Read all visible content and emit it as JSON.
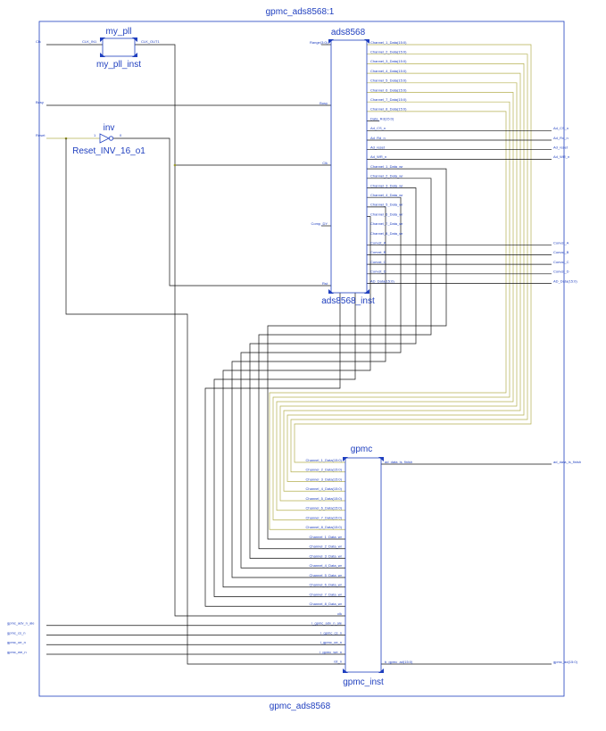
{
  "top_title": "gpmc_ads8568:1",
  "bottom_title": "gpmc_ads8568",
  "pll": {
    "module": "my_pll",
    "instance": "my_pll_inst",
    "in_pin": "CLK_IN1",
    "out_pin": "CLK_OUT1"
  },
  "inverter": {
    "module": "inv",
    "instance": "Reset_INV_16_o1",
    "in_num": "1",
    "out_num": "0"
  },
  "ads": {
    "module": "ads8568",
    "instance": "ads8568_inst",
    "left_pins": [
      "Range(3:0)",
      "Busy",
      "Clk",
      "Comp_DY",
      "Rst"
    ],
    "right_pins": [
      "Channel_1_Data(15:0)",
      "Channel_2_Data(15:0)",
      "Channel_3_Data(15:0)",
      "Channel_4_Data(15:0)",
      "Channel_5_Data(15:0)",
      "Channel_6_Data(15:0)",
      "Channel_7_Data(15:0)",
      "Channel_8_Data(15:0)",
      "Data_Rd(15:0)",
      "Ad_CS_n",
      "Ad_Rd_n",
      "Ad_reset",
      "Ad_WR_n",
      "Channel_1_Data_wr",
      "Channel_2_Data_wr",
      "Channel_3_Data_wr",
      "Channel_4_Data_wr",
      "Channel_5_Data_wr",
      "Channel_6_Data_wr",
      "Channel_7_Data_wr",
      "Channel_8_Data_wr",
      "Convst_A",
      "Convst_B",
      "Convst_C",
      "Convst_D",
      "AD_Data(15:0)"
    ]
  },
  "gpmc": {
    "module": "gpmc",
    "instance": "gpmc_inst",
    "left_pins": [
      "Channel_1_Data(15:0)",
      "Channel_2_Data(15:0)",
      "Channel_3_Data(15:0)",
      "Channel_4_Data(15:0)",
      "Channel_5_Data(15:0)",
      "Channel_6_Data(15:0)",
      "Channel_7_Data(15:0)",
      "Channel_8_Data(15:0)",
      "Channel_1_Data_wr",
      "Channel_2_Data_wr",
      "Channel_3_Data_wr",
      "Channel_4_Data_wr",
      "Channel_5_Data_wr",
      "Channel_6_Data_wr",
      "Channel_7_Data_wr",
      "Channel_8_Data_wr",
      "clk",
      "i_gpmc_adv_n_ale",
      "i_gpmc_cs_n",
      "i_gpmc_oe_n",
      "i_gpmc_we_n",
      "rst_n"
    ],
    "right_pins": [
      "ad_data_is_finish",
      "b_gpmc_ad(15:0)"
    ]
  },
  "top_inputs": [
    "Clk",
    "Busy",
    "Reset"
  ],
  "gpmc_inputs": [
    "gpmc_adv_n_ale",
    "gpmc_cs_n",
    "gpmc_oe_n",
    "gpmc_we_n"
  ],
  "outputs": {
    "ad": [
      "Ad_CS_n",
      "Ad_Rd_n",
      "Ad_reset",
      "Ad_WR_n"
    ],
    "convst": [
      "Convst_A",
      "Convst_B",
      "Convst_C",
      "Convst_D",
      "AD_Data(15:0)"
    ],
    "finish": "ad_data_is_finish",
    "bus": "gpmc_ad(15:0)"
  },
  "colors": {
    "blue": "#1f3fbf",
    "wire": "#111111",
    "bus": "#b5b050"
  }
}
